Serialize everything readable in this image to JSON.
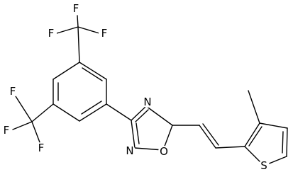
{
  "molecule": {
    "atoms": {
      "F_top_1": "F",
      "F_top_2": "F",
      "F_top_3": "F",
      "F_left_1": "F",
      "F_left_2": "F",
      "F_left_3": "F",
      "N_ring_top": "N",
      "N_ring_bottom": "N",
      "O_ring": "O",
      "S_thiophene": "S"
    }
  }
}
